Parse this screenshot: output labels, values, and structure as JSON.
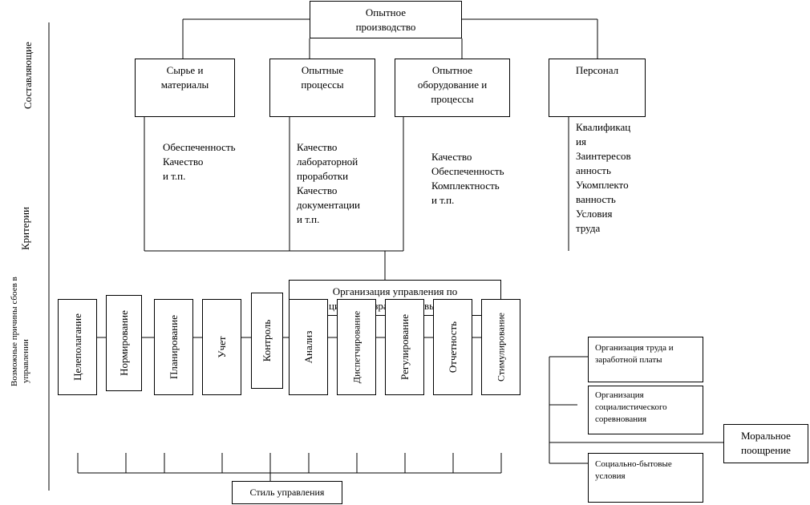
{
  "left_labels": {
    "components": "Составляющие",
    "criteria": "Критерии",
    "causes_line1": "Возможные причины сбоев в",
    "causes_line2": "управлении"
  },
  "top_box": "Опытное\nпроизводство",
  "components": [
    {
      "label": "Сырье и\nматериалы"
    },
    {
      "label": "Опытные\nпроцессы"
    },
    {
      "label": "Опытное\nоборудование и\nпроцессы"
    },
    {
      "label": "Персонал"
    }
  ],
  "criteria": [
    "Обеспеченность\nКачество\nи т.п.",
    "Качество\nлабораторной\nпроработки\nКачество\nдокументации\nи т.п.",
    "Качество\nОбеспеченность\nКомплектность\nи т.п.",
    "Квалификац\nия\nЗаинтересов\nанность\nУкомплекто\nванность\nУсловия\nтруда"
  ],
  "management_box": "Организация управления по\nциклам разработки и выпуска",
  "functions": [
    "Целеполагание",
    "Нормирование",
    "Планирование",
    "Учет",
    "Контроль",
    "Анализ",
    "Диспетчирование",
    "Регулирование",
    "Отчетность",
    "Стимулирование"
  ],
  "style_box": "Стиль управления",
  "right_boxes": [
    "Организация труда и\nзаработной платы",
    "Организация\nсоциалистического\nсоревнования",
    "Социально-бытовые\nусловия"
  ],
  "moral_box": "Моральное\nпоощрение"
}
